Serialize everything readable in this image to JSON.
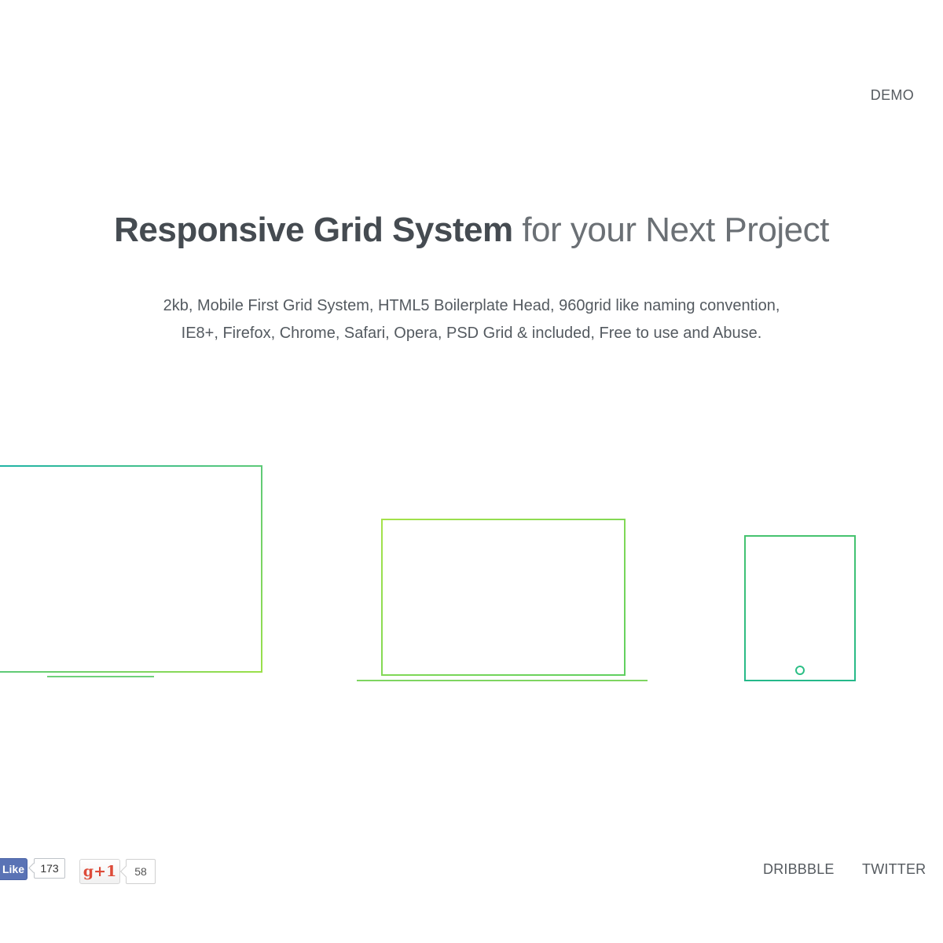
{
  "nav": {
    "demo_label": "DEMO"
  },
  "hero": {
    "title_strong": "Responsive Grid System",
    "title_light": "for your Next Project",
    "description_line1": "2kb, Mobile First Grid System, HTML5 Boilerplate Head, 960grid like naming convention,",
    "description_line2": "IE8+, Firefox, Chrome, Safari, Opera, PSD Grid & included, Free to use and Abuse."
  },
  "devices": {
    "icons": [
      "desktop-monitor-icon",
      "laptop-icon",
      "tablet-icon"
    ],
    "colors": {
      "teal": "#1fb3a6",
      "lime": "#9be04a",
      "green": "#2fbf7f"
    }
  },
  "social": {
    "facebook": {
      "label": "Like",
      "count": "173",
      "color": "#5a73b5"
    },
    "google_plus": {
      "label": "g+1",
      "count": "58",
      "color": "#dd4b39"
    }
  },
  "footer": {
    "dribbble_label": "DRIBBBLE",
    "twitter_label": "TWITTER"
  }
}
